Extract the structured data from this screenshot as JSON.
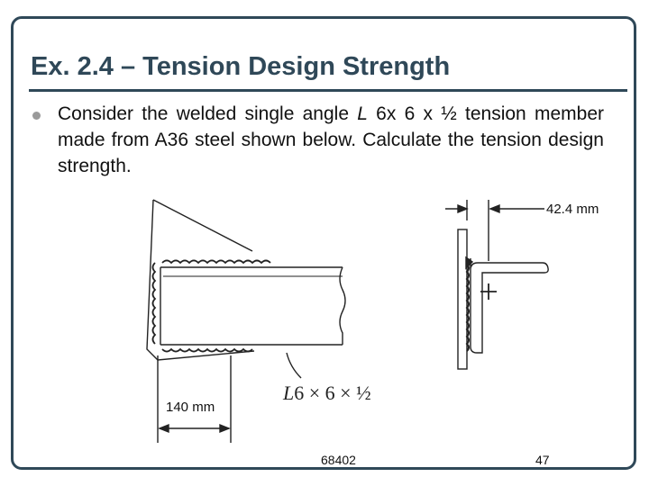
{
  "slide": {
    "title": "Ex. 2.4 – Tension Design Strength",
    "bullet": {
      "before": "Consider the welded single angle ",
      "italic": "L",
      "after": " 6x 6 x ½ tension member made from A36 steel shown below. Calculate the tension design strength."
    }
  },
  "figure": {
    "dim_gap": "42.4 mm",
    "dim_length": "140 mm",
    "section_label": {
      "letter": "L",
      "rest": "6 × 6 × ½"
    }
  },
  "footer": {
    "left": "68402",
    "right": "47"
  },
  "colors": {
    "title": "#2f4858",
    "frame": "#2f4858"
  }
}
